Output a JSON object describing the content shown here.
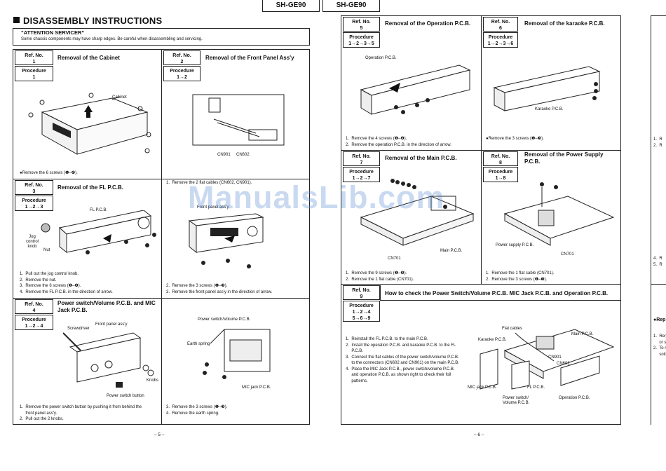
{
  "header": {
    "model_left": "SH-GE90",
    "model_right": "SH-GE90"
  },
  "title": "DISASSEMBLY INSTRUCTIONS",
  "attention": {
    "heading": "“ATTENTION SERVICER”",
    "text": "Some chassis components may have sharp edges. Be careful when disassembling and servicing."
  },
  "labels": {
    "ref_no": "Ref. No.",
    "procedure": "Procedure"
  },
  "sections": {
    "s1": {
      "ref": "1",
      "title": "Removal of the Cabinet",
      "proc": "1",
      "steps": "●Remove the 6 screws (❶–❻).",
      "callouts": [
        "Cabinet"
      ]
    },
    "s2": {
      "ref": "2",
      "title": "Removal of the Front Panel Ass'y",
      "proc": "1→2",
      "steps": "1.  Remove the 2 flat cables (CN602, CN901).",
      "steps_b": "2.  Remove the 3 screws (❶–❸).\n3.  Remove the front panel ass'y in the direction of arrow.",
      "callouts": [
        "CN901",
        "CN602",
        "Front panel ass'y"
      ]
    },
    "s3": {
      "ref": "3",
      "title": "Removal of the FL P.C.B.",
      "proc": "1→2→3",
      "steps": "1.  Pull out the jog control knob.\n2.  Remove the nut.\n3.  Remove the 6 screws (❶–❻).\n4.  Remove the FL P.C.B. in the direction of arrow.",
      "callouts": [
        "FL P.C.B.",
        "Jog control knob",
        "Nut"
      ]
    },
    "s4": {
      "ref": "4",
      "title": "Power switch/Volume P.C.B. and MIC Jack P.C.B.",
      "proc": "1→2→4",
      "steps": "1.  Remove the power switch button by pushing it from behind the\n     front panel ass'y.\n2.  Pull out the 2 knobs.",
      "steps_b": "3.  Remove the 3 screws (❶–❸).\n4.  Remove the earth spring.",
      "callouts": [
        "Front panel ass'y",
        "Screwdriver",
        "Knobs",
        "Power switch button",
        "Power switch/Volume P.C.B.",
        "Earth spring",
        "MIC jack P.C.B."
      ]
    },
    "s5": {
      "ref": "5",
      "title": "Removal of the Operation P.C.B.",
      "proc": "1→2→3→5",
      "steps": "1.  Remove the 4 screws (❶–❹).\n2.  Remove the operation P.C.B. in the direction of arrow.",
      "callouts": [
        "Operation P.C.B."
      ]
    },
    "s6": {
      "ref": "6",
      "title": "Removal of the karaoke P.C.B.",
      "proc": "1→2→3→6",
      "steps": "●Remove the 3 screws (❶–❸).",
      "callouts": [
        "Karaoke P.C.B."
      ]
    },
    "s7": {
      "ref": "7",
      "title": "Removal of the Main P.C.B.",
      "proc": "1→2→7",
      "steps": "1.  Remove the 9 screws (❶–❾).\n2.  Remove the 1 flat cable (CN701).",
      "callouts": [
        "CN701",
        "Main P.C.B."
      ]
    },
    "s8": {
      "ref": "8",
      "title": "Removal of the Power Supply P.C.B.",
      "proc": "1→8",
      "steps": "1.  Remove the 1 flat cable (CN701).\n2.  Remove the 3 screws (❶–❸).",
      "callouts": [
        "Power supply P.C.B.",
        "CN701"
      ]
    },
    "s9": {
      "ref": "9",
      "title": "How to check the Power Switch/Volume P.C.B. MIC Jack P.C.B. and Operation P.C.B.",
      "proc": "1→2→4\n5→6→9",
      "steps": "1.  Reinstall the FL P.C.B. to the main P.C.B.\n2.  Install the operation P.C.B. and karaoke P.C.B. to the FL\n     P.C.B.\n3.  Connect the flat cables of the power switch/volume P.C.B.\n     to the connectors (CN602 and CN901) on the main P.C.B.\n4.  Place the MIC Jack P.C.B., power switch/volume P.C.B.\n     and operation P.C.B. as shown right to check their foil\n     patterns.",
      "callouts": [
        "Flat cables",
        "Karaoke P.C.B.",
        "Main P.C.B.",
        "CN901",
        "CN602",
        "MIC jack P.C.B.",
        "FL P.C.B.",
        "Power switch/\nVolume P.C.B.",
        "Operation P.C.B."
      ]
    }
  },
  "page_numbers": {
    "left": "– 5 –",
    "right": "– 6 –"
  },
  "edge_fragments": {
    "e1": "●Rep",
    "e2": "1.  R",
    "e3": "2.  R",
    "e4": "4.  R",
    "e5": "5.  R",
    "e6": "1.  Rem\n     or sl\n2.  To r\n     sold"
  },
  "watermark": "ManualsLib.com"
}
